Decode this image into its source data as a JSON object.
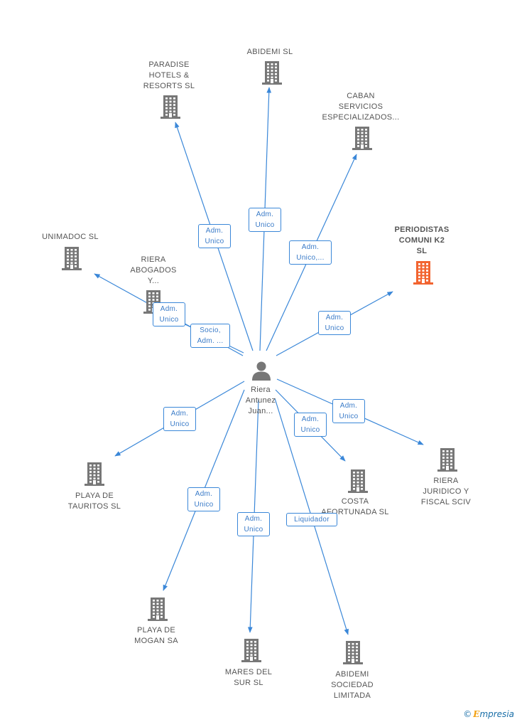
{
  "colors": {
    "edge": "#3a87d8",
    "building": "#777777",
    "building_highlight": "#f26430",
    "person": "#777777",
    "edge_label_text": "#3a7bc8"
  },
  "center": {
    "label": "Riera\nAntunez\nJuan...",
    "icon": "person-icon"
  },
  "nodes": [
    {
      "id": "abidemi-sl",
      "label": "ABIDEMI  SL",
      "icon": "building-icon",
      "highlight": false
    },
    {
      "id": "paradise-hotels",
      "label": "PARADISE\nHOTELS &\nRESORTS SL",
      "icon": "building-icon",
      "highlight": false
    },
    {
      "id": "caban-servicios",
      "label": "CABAN\nSERVICIOS\nESPECIALIZADOS...",
      "icon": "building-icon",
      "highlight": false
    },
    {
      "id": "periodistas-comuni-k2",
      "label": "PERIODISTAS\nCOMUNI K2\nSL",
      "icon": "building-icon",
      "highlight": true
    },
    {
      "id": "unimadoc-sl",
      "label": "UNIMADOC  SL",
      "icon": "building-icon",
      "highlight": false
    },
    {
      "id": "riera-abogados",
      "label": "RIERA\nABOGADOS\nY...",
      "icon": "building-icon",
      "highlight": false
    },
    {
      "id": "playa-tauritos",
      "label": "PLAYA DE\nTAURITOS SL",
      "icon": "building-icon",
      "highlight": false
    },
    {
      "id": "costa-afortunada",
      "label": "COSTA\nAFORTUNADA SL",
      "icon": "building-icon",
      "highlight": false
    },
    {
      "id": "riera-juridico",
      "label": "RIERA\nJURIDICO Y\nFISCAL SCIV",
      "icon": "building-icon",
      "highlight": false
    },
    {
      "id": "playa-mogan",
      "label": "PLAYA DE\nMOGAN SA",
      "icon": "building-icon",
      "highlight": false
    },
    {
      "id": "mares-del-sur",
      "label": "MARES DEL\nSUR SL",
      "icon": "building-icon",
      "highlight": false
    },
    {
      "id": "abidemi-sociedad",
      "label": "ABIDEMI\nSOCIEDAD\nLIMITADA",
      "icon": "building-icon",
      "highlight": false
    }
  ],
  "edges": [
    {
      "to": "abidemi-sl",
      "label": "Adm.\nUnico"
    },
    {
      "to": "paradise-hotels",
      "label": "Adm.\nUnico"
    },
    {
      "to": "caban-servicios",
      "label": "Adm.\nUnico,..."
    },
    {
      "to": "periodistas-comuni-k2",
      "label": "Adm.\nUnico"
    },
    {
      "to": "unimadoc-sl",
      "label": "Adm.\nUnico"
    },
    {
      "to": "riera-abogados",
      "label": "Socio,\nAdm. ..."
    },
    {
      "to": "playa-tauritos",
      "label": "Adm.\nUnico"
    },
    {
      "to": "costa-afortunada",
      "label": "Adm.\nUnico"
    },
    {
      "to": "riera-juridico",
      "label": "Adm.\nUnico"
    },
    {
      "to": "playa-mogan",
      "label": "Adm.\nUnico"
    },
    {
      "to": "mares-del-sur",
      "label": "Adm.\nUnico"
    },
    {
      "to": "abidemi-sociedad",
      "label": "Liquidador"
    }
  ],
  "watermark": {
    "copyright": "©",
    "brand_initial": "E",
    "brand_rest": "mpresia"
  }
}
